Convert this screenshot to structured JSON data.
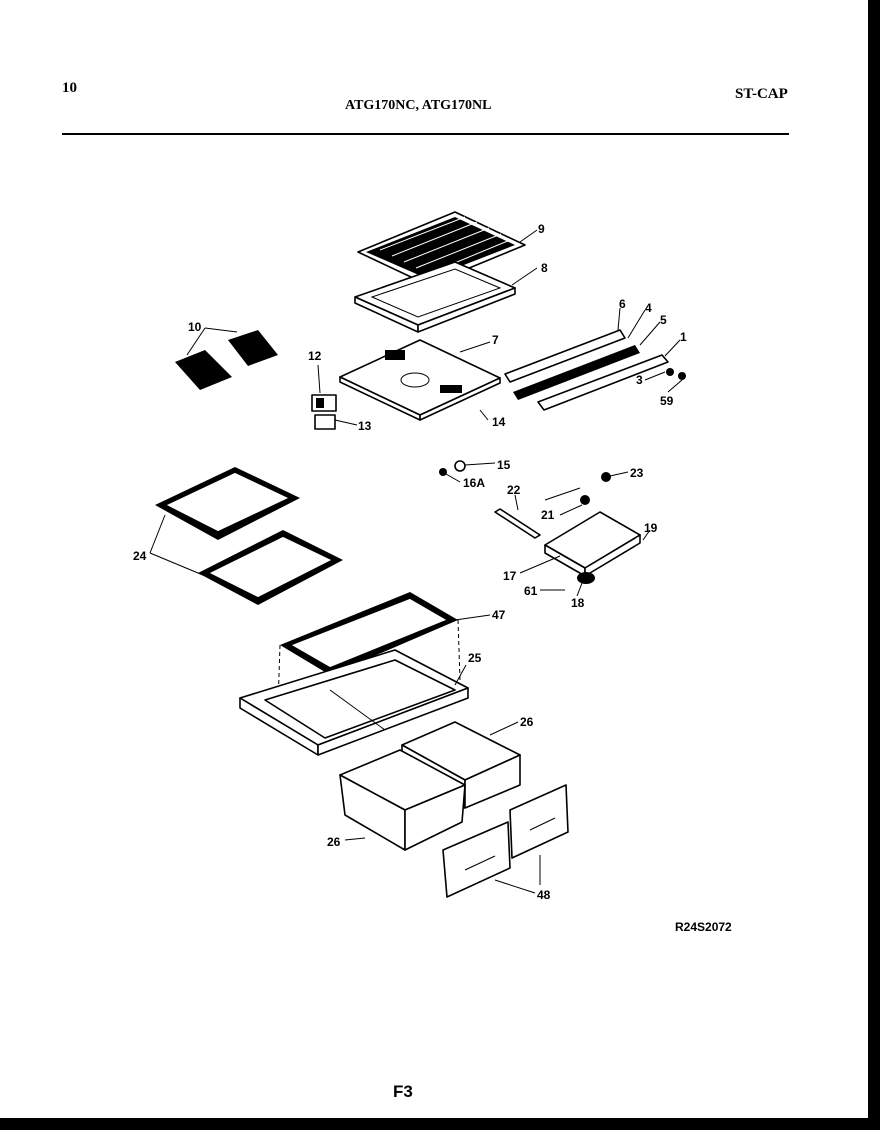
{
  "header": {
    "page_number": "10",
    "models": "ATG170NC, ATG170NL",
    "section_code": "ST-CAP"
  },
  "footer": {
    "reference_code": "R24S2072",
    "figure_id": "F3"
  },
  "callouts": [
    "9",
    "8",
    "6",
    "4",
    "5",
    "1",
    "3",
    "59",
    "10",
    "12",
    "7",
    "13",
    "14",
    "15",
    "16A",
    "22",
    "23",
    "21",
    "19",
    "17",
    "61",
    "18",
    "24",
    "47",
    "25",
    "26",
    "26",
    "48"
  ]
}
